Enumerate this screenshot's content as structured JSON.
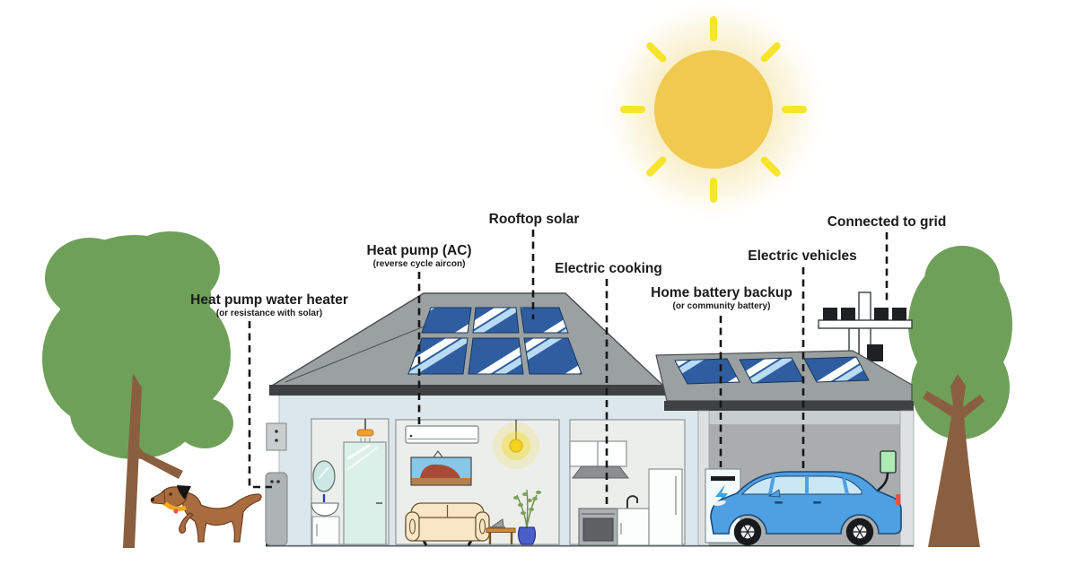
{
  "labels": {
    "water_heater": {
      "title": "Heat pump water heater",
      "subtitle": "(or resistance with solar)"
    },
    "heat_pump_ac": {
      "title": "Heat pump (AC)",
      "subtitle": "(reverse cycle aircon)"
    },
    "rooftop_solar": {
      "title": "Rooftop solar"
    },
    "electric_cooking": {
      "title": "Electric cooking"
    },
    "home_battery": {
      "title": "Home battery backup",
      "subtitle": "(or community battery)"
    },
    "electric_vehicles": {
      "title": "Electric vehicles"
    },
    "connected_grid": {
      "title": "Connected to grid"
    }
  },
  "palette": {
    "sun_core": "#F1C94F",
    "sun_rays": "#F7E42C",
    "solar_panel_blue": "#2F5DA0",
    "panel_stripe_light": "#B9DCF2",
    "roof_gray": "#9BA0A1",
    "eave_dark": "#3E4243",
    "wall_light_blue": "#DCE7EB",
    "room_panel": "#ECEEEC",
    "garage_interior": "#A9ADAE",
    "tree_green": "#6FA05A",
    "trunk_brown": "#8A5F3F",
    "car_blue": "#4FA0E2",
    "battery_bolt": "#35A4F4",
    "charger_green": "#ACEBB4",
    "dog_brown": "#A96C3F",
    "collar_orange": "#F2A71F",
    "label_text": "#1B1B1B"
  }
}
